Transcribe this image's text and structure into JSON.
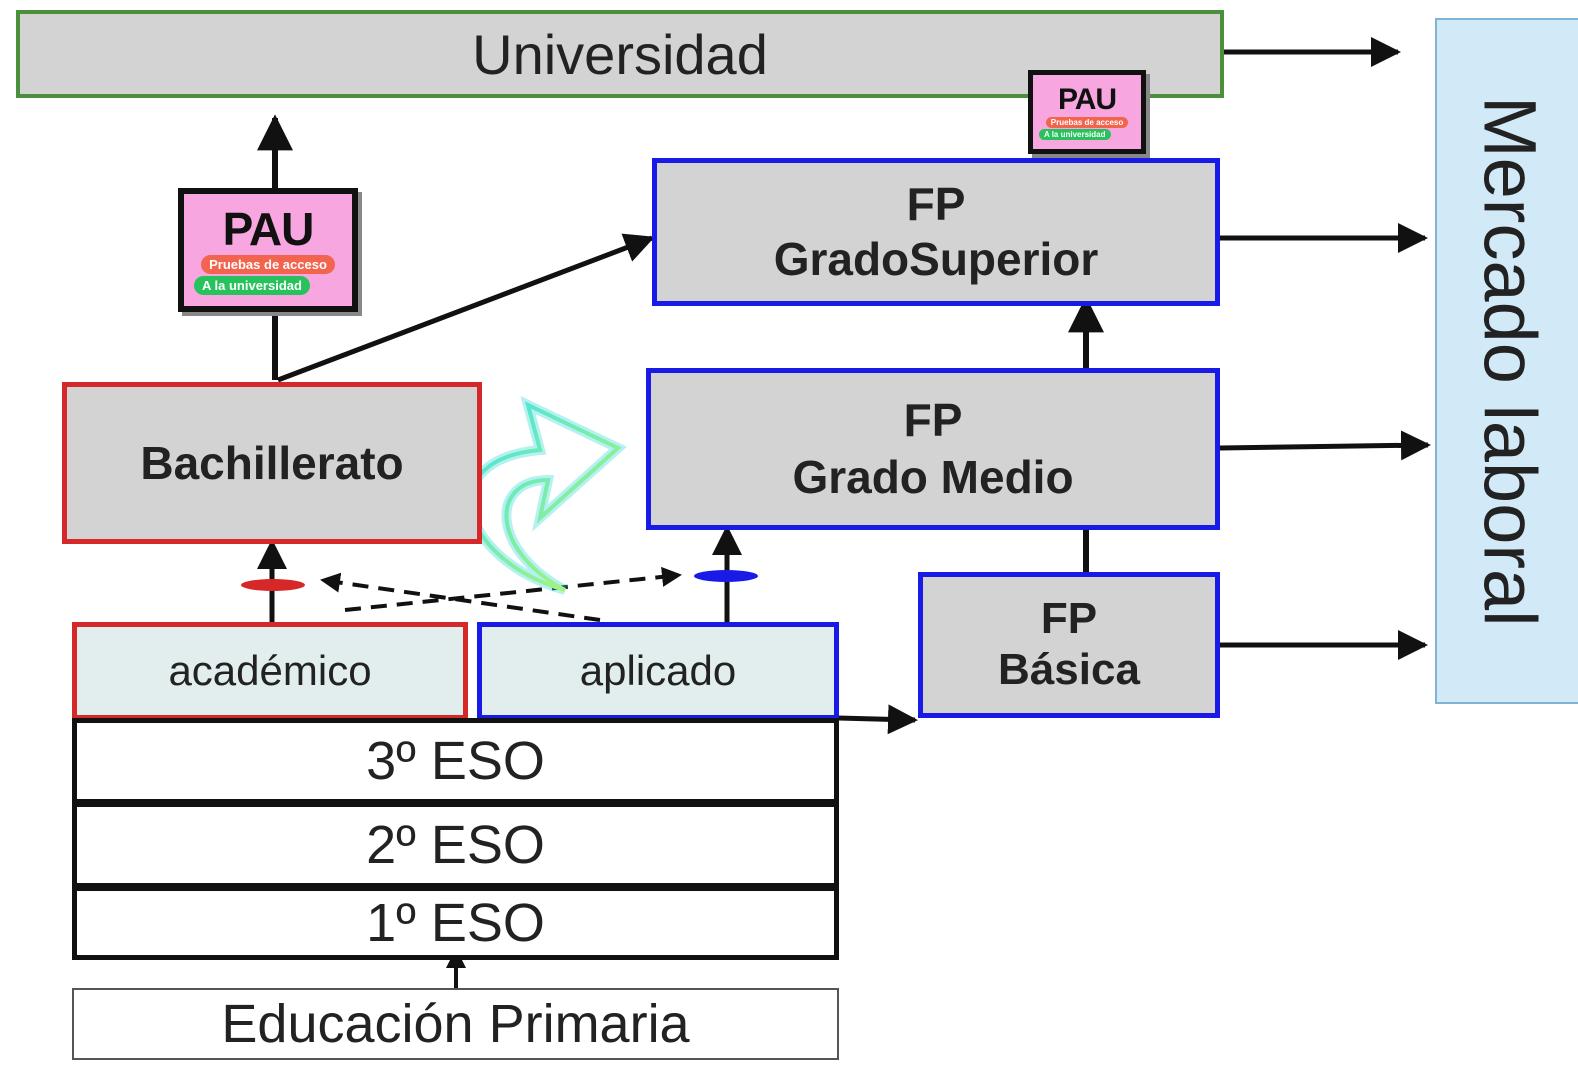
{
  "nodes": {
    "universidad": "Universidad",
    "mercado": "Mercado laboral",
    "fp_superior": {
      "line1": "FP",
      "line2": "GradoSuperior"
    },
    "fp_medio": {
      "line1": "FP",
      "line2": "Grado Medio"
    },
    "fp_basica": {
      "line1": "FP",
      "line2": "Básica"
    },
    "bachillerato": "Bachillerato",
    "academico": "académico",
    "aplicado": "aplicado",
    "eso3": "3º ESO",
    "eso2": "2º ESO",
    "eso1": "1º ESO",
    "primaria": "Educación Primaria"
  },
  "pau_badge": {
    "title": "PAU",
    "line1": "Pruebas de acceso",
    "line2": "A la universidad"
  },
  "colors": {
    "grey_fill": "#d3d3d3",
    "green_border": "#4a8f3c",
    "blue_border": "#1a1ae6",
    "red_border": "#d62828",
    "mercado_fill": "#d2e9f7",
    "pau_pink": "#f7a6df"
  }
}
